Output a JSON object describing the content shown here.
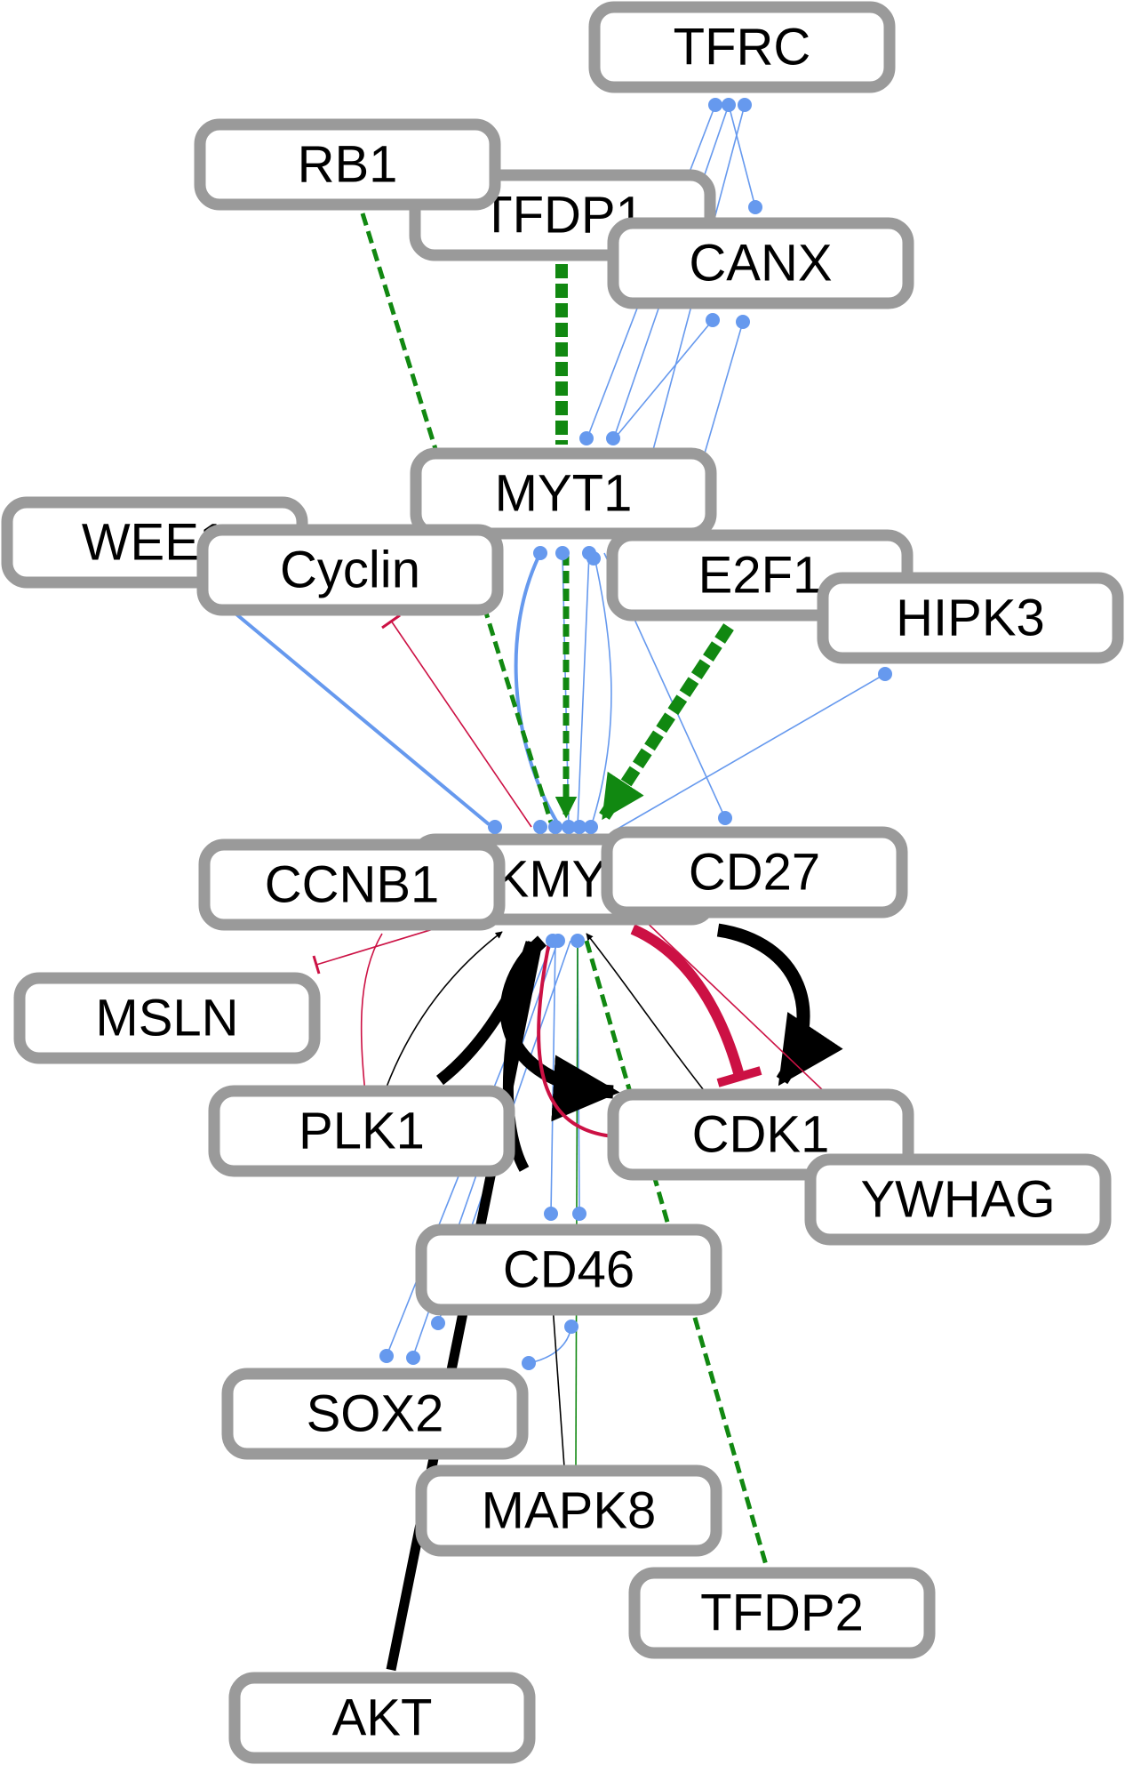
{
  "colors": {
    "node_border": "#9a9a9a",
    "node_fill": "#ffffff",
    "binding": "#6699ee",
    "activation": "#000000",
    "inhibition": "#cc1144",
    "transcription": "#118811"
  },
  "nodes": {
    "tfrc": {
      "label": "TFRC"
    },
    "rb1": {
      "label": "RB1"
    },
    "tfdp1": {
      "label": "TFDP1"
    },
    "canx": {
      "label": "CANX"
    },
    "myt1": {
      "label": "MYT1"
    },
    "wee1": {
      "label": "WEE1"
    },
    "cyclin": {
      "label": "Cyclin"
    },
    "e2f1": {
      "label": "E2F1"
    },
    "hipk3": {
      "label": "HIPK3"
    },
    "pkmyt1": {
      "label": "PKMYT1"
    },
    "ccnb1": {
      "label": "CCNB1"
    },
    "cd27": {
      "label": "CD27"
    },
    "msln": {
      "label": "MSLN"
    },
    "plk1": {
      "label": "PLK1"
    },
    "cdk1": {
      "label": "CDK1"
    },
    "ywhag": {
      "label": "YWHAG"
    },
    "cd46": {
      "label": "CD46"
    },
    "sox2": {
      "label": "SOX2"
    },
    "mapk8": {
      "label": "MAPK8"
    },
    "tfdp2": {
      "label": "TFDP2"
    },
    "akt": {
      "label": "AKT"
    }
  }
}
